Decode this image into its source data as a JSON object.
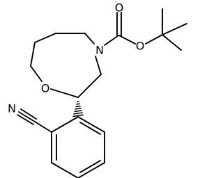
{
  "diagram": {
    "atoms": {
      "ring_nitrogen": "N",
      "ring_oxygen": "O",
      "carbonyl_oxygen": "O",
      "ester_oxygen": "O",
      "nitrile_nitrogen": "N"
    }
  }
}
